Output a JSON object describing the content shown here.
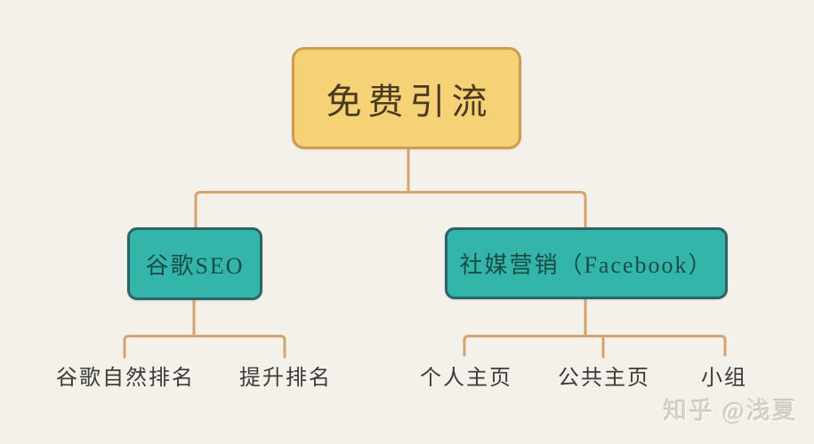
{
  "colors": {
    "background": "#f3f1ea",
    "connector": "#d5a270",
    "root_fill": "#f6d277",
    "root_border": "#cf9b51",
    "root_text": "#4a3a1f",
    "branch_fill": "#34b5aa",
    "branch_border": "#2d6366",
    "branch_text": "#1b4b47",
    "leaf_text": "#3b3b37",
    "watermark_text": "#d9d6cf"
  },
  "diagram": {
    "type": "tree",
    "root": {
      "label": "免费引流"
    },
    "branches": [
      {
        "label": "谷歌SEO",
        "leaves": [
          {
            "label": "谷歌自然排名"
          },
          {
            "label": "提升排名"
          }
        ]
      },
      {
        "label": "社媒营销（Facebook）",
        "leaves": [
          {
            "label": "个人主页"
          },
          {
            "label": "公共主页"
          },
          {
            "label": "小组"
          }
        ]
      }
    ]
  },
  "watermark": {
    "text": "知乎 @浅夏"
  }
}
